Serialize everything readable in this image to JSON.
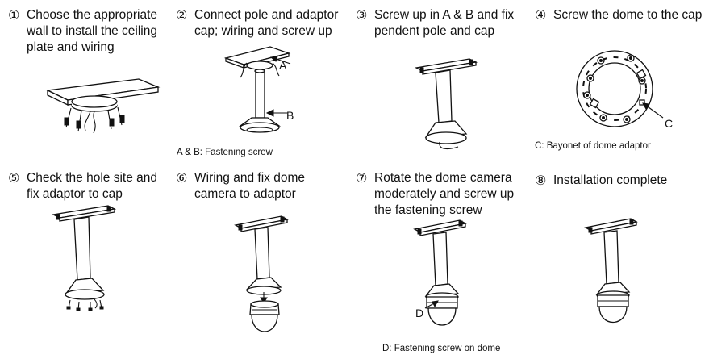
{
  "steps": [
    {
      "num": "①",
      "text": "Choose the appropriate wall to install the ceiling plate and wiring"
    },
    {
      "num": "②",
      "text": "Connect pole and adaptor cap; wiring and screw up"
    },
    {
      "num": "③",
      "text": "Screw up in A & B and fix pendent pole and cap"
    },
    {
      "num": "④",
      "text": "Screw the dome to the cap"
    },
    {
      "num": "⑤",
      "text": "Check the hole site and fix adaptor to cap"
    },
    {
      "num": "⑥",
      "text": "Wiring and fix dome camera to adaptor"
    },
    {
      "num": "⑦",
      "text": "Rotate the dome camera moderately and screw up the fastening screw"
    },
    {
      "num": "⑧",
      "text": "Installation complete"
    }
  ],
  "captions": {
    "step2": "A & B: Fastening screw",
    "step4": "C: Bayonet of dome adaptor",
    "step7": "D: Fastening screw on dome"
  },
  "labels": {
    "a": "A",
    "b": "B",
    "c": "C",
    "d": "D"
  }
}
